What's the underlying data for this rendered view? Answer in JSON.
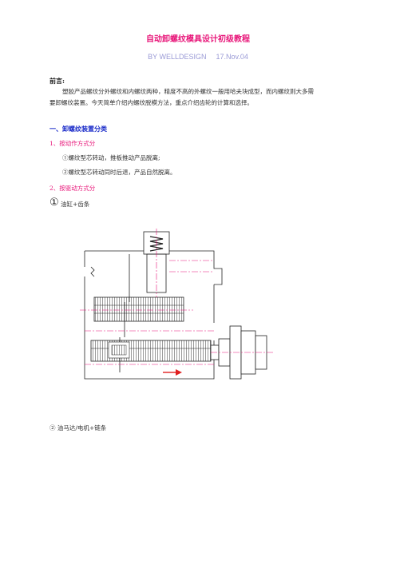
{
  "doc": {
    "title": "自动卸螺纹模具设计初级教程",
    "author": "BY  WELLDESIGN",
    "date": "17.Nov.04"
  },
  "preface": {
    "heading": "前言:",
    "line1": "塑胶产品螺纹分外螺纹和内螺纹两种，精度不高的外螺纹一般用哈夫块成型，而内螺纹则大多需",
    "line2": "要卸螺纹装置。今天简单介绍内螺纹脱模方法，重点介绍齿轮的计算和选择。"
  },
  "section1": {
    "heading": "一、卸螺纹装置分类",
    "sub1": "1、按动作方式分",
    "item1": "①螺纹型芯转动，推板推动产品脱离;",
    "item2": "②螺纹型芯转动同时后退，产品自然脱离。",
    "sub2": "2、按驱动方式分",
    "item3_marker": "①",
    "item3": "油缸+齿条",
    "item4": "②  油马达/电机+链条"
  },
  "colors": {
    "title": "#e8177a",
    "byline": "#9a9ad6",
    "section": "#1a2bc9",
    "centerline": "#e8177a",
    "arrow": "#e02020"
  }
}
